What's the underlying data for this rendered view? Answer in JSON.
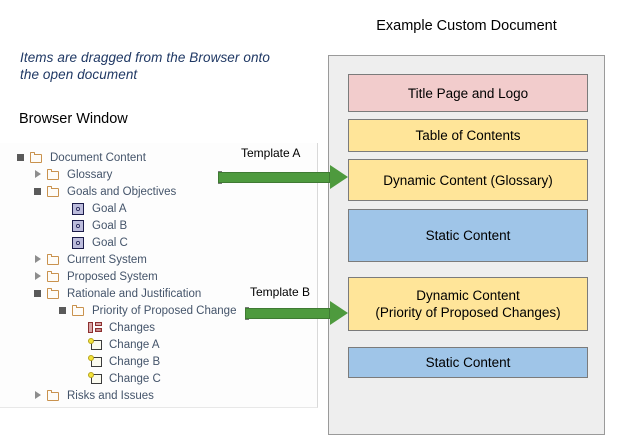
{
  "callout": {
    "text": "Items are dragged from the Browser onto the open document"
  },
  "browser": {
    "title": "Browser Window",
    "tree": [
      {
        "label": "Document Content",
        "icon": "folder-icon",
        "state": "expanded",
        "depth": 0
      },
      {
        "label": "Glossary",
        "icon": "folder-icon",
        "state": "collapsed",
        "depth": 1
      },
      {
        "label": "Goals and Objectives",
        "icon": "folder-icon",
        "state": "expanded",
        "depth": 1
      },
      {
        "label": "Goal A",
        "icon": "goal-icon",
        "state": "leaf",
        "depth": 2
      },
      {
        "label": "Goal B",
        "icon": "goal-icon",
        "state": "leaf",
        "depth": 2
      },
      {
        "label": "Goal C",
        "icon": "goal-icon",
        "state": "leaf",
        "depth": 2
      },
      {
        "label": "Current System",
        "icon": "folder-icon",
        "state": "collapsed",
        "depth": 1
      },
      {
        "label": "Proposed System",
        "icon": "folder-icon",
        "state": "collapsed",
        "depth": 1
      },
      {
        "label": "Rationale and Justification",
        "icon": "folder-icon",
        "state": "expanded",
        "depth": 1
      },
      {
        "label": "Priority of Proposed Change",
        "icon": "folder-icon",
        "state": "expanded",
        "depth": 2
      },
      {
        "label": "Changes",
        "icon": "changes-icon",
        "state": "leaf",
        "depth": 3
      },
      {
        "label": "Change A",
        "icon": "change-icon",
        "state": "leaf",
        "depth": 3
      },
      {
        "label": "Change B",
        "icon": "change-icon",
        "state": "leaf",
        "depth": 3
      },
      {
        "label": "Change C",
        "icon": "change-icon",
        "state": "leaf",
        "depth": 3
      },
      {
        "label": "Risks and Issues",
        "icon": "folder-icon",
        "state": "collapsed",
        "depth": 1
      }
    ]
  },
  "document": {
    "title": "Example Custom Document",
    "blocks": [
      {
        "label": "Title Page and Logo",
        "kind": "pink"
      },
      {
        "label": "Table of Contents",
        "kind": "yellow"
      },
      {
        "label": "Dynamic Content (Glossary)",
        "kind": "yellow"
      },
      {
        "label": "Static Content",
        "kind": "blue"
      },
      {
        "label": "Dynamic Content\n(Priority of Proposed Changes)",
        "kind": "yellow"
      },
      {
        "label": "Static Content",
        "kind": "blue"
      }
    ]
  },
  "arrows": [
    {
      "label": "Template A"
    },
    {
      "label": "Template B"
    }
  ],
  "colors": {
    "pink": "#f2cccc",
    "yellow": "#ffe599",
    "blue": "#9fc5e8",
    "arrow_green": "#4e9a3e",
    "panel_gray": "#eeeeee",
    "tree_text": "#44546a",
    "callout_text": "#1f3864"
  }
}
